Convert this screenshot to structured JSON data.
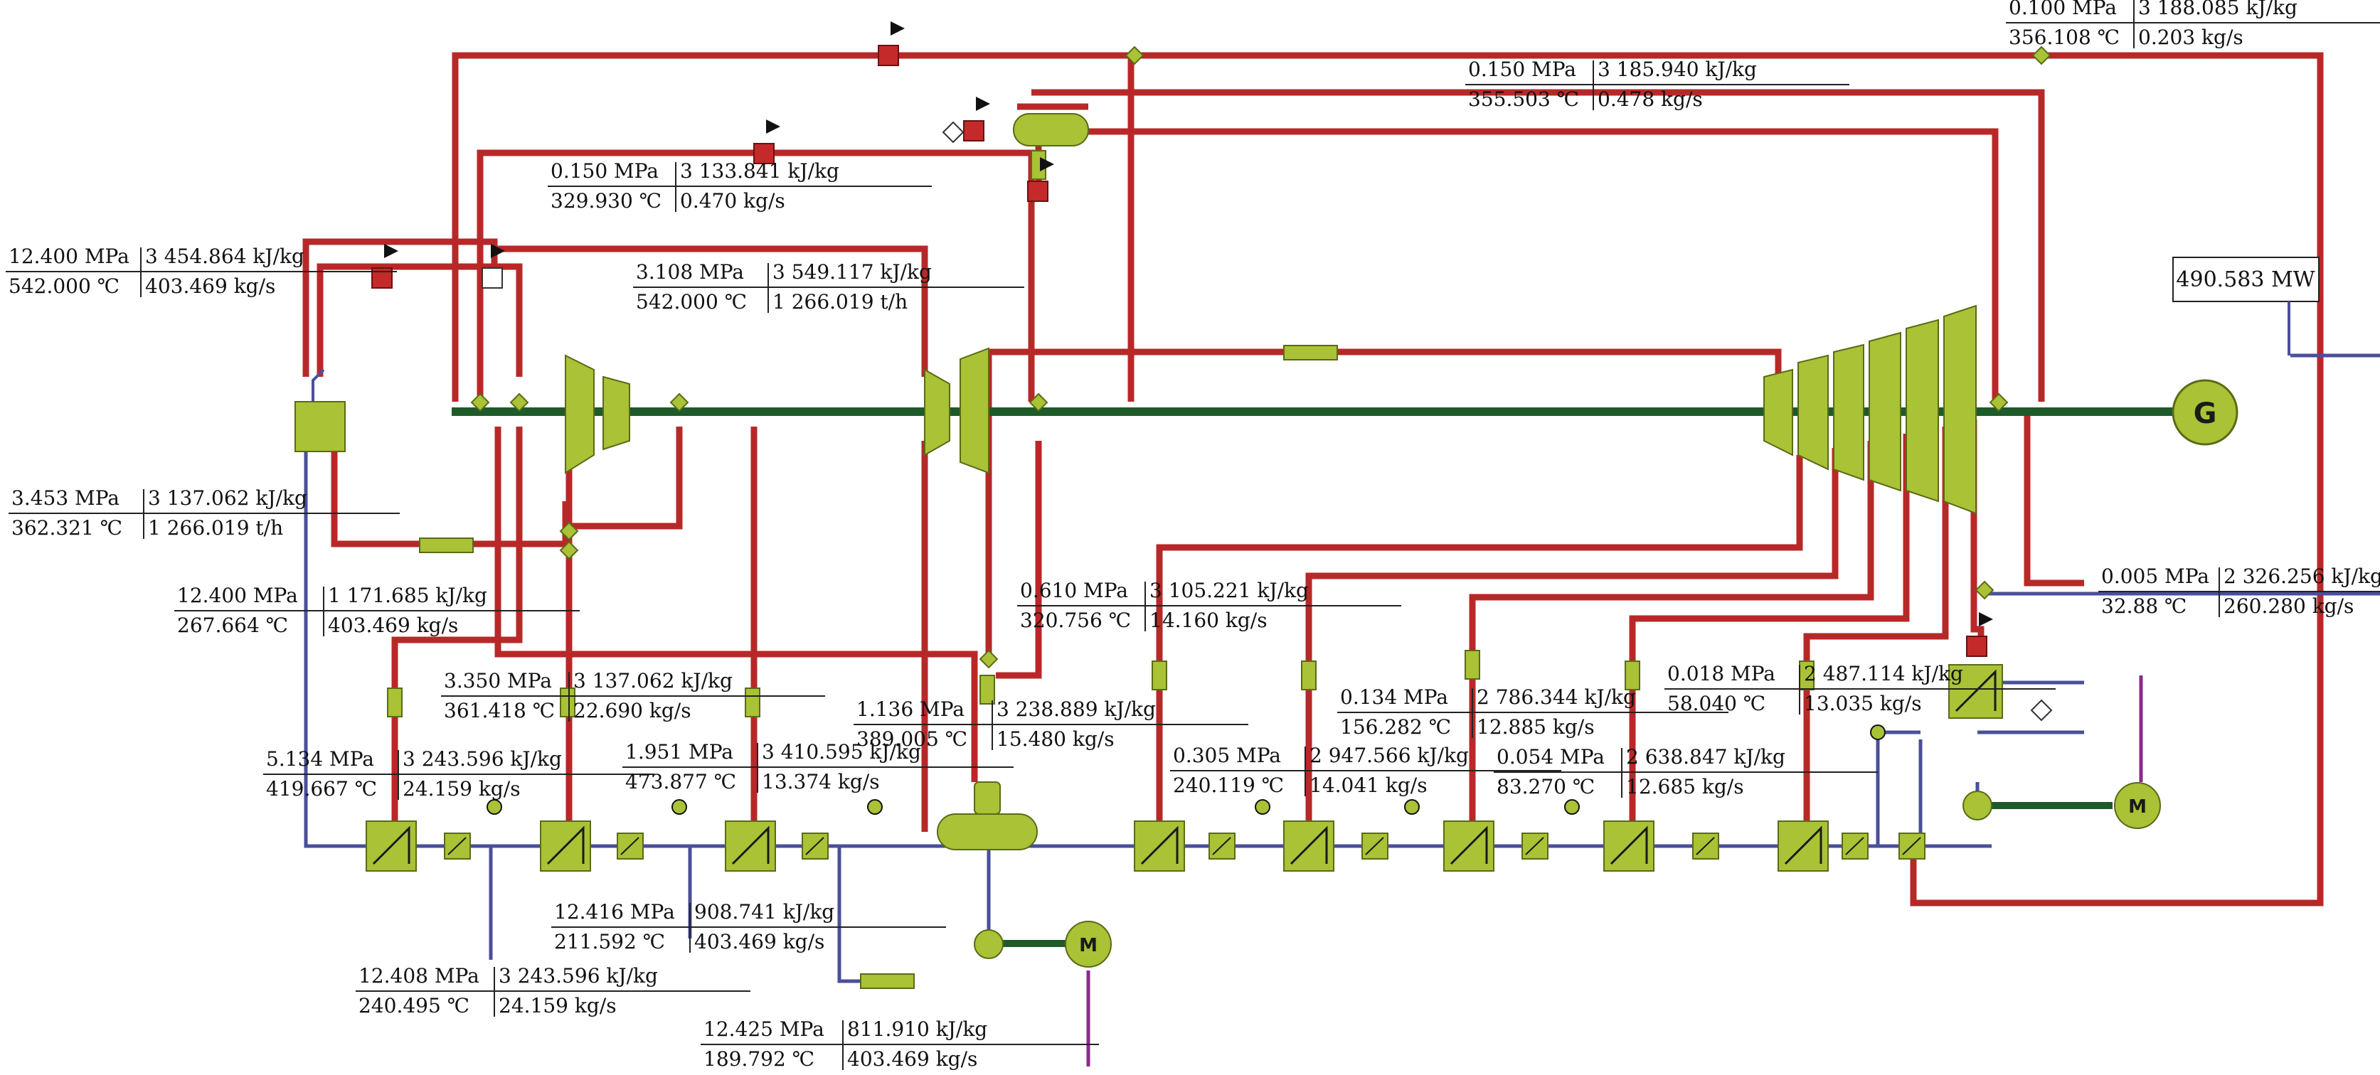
{
  "colors": {
    "steam": "#b82828",
    "water": "#4a4f9a",
    "shaft": "#1e5a2a",
    "equipment": "#a9c236",
    "equipment_stroke": "#5a6b16",
    "valve_red": "#c42a2a",
    "motor_line": "#8a2a8a"
  },
  "labels": [
    {
      "id": "p01",
      "a": "0.100 MPa",
      "b": "3 188.085 kJ/kg",
      "c": "356.108 ℃",
      "d": "0.203 kg/s"
    },
    {
      "id": "p02",
      "a": "0.150 MPa",
      "b": "3 185.940 kJ/kg",
      "c": "355.503 ℃",
      "d": "0.478 kg/s"
    },
    {
      "id": "p03",
      "a": "0.150 MPa",
      "b": "3 133.841 kJ/kg",
      "c": "329.930 ℃",
      "d": "0.470 kg/s"
    },
    {
      "id": "p04",
      "a": "12.400 MPa",
      "b": "3 454.864 kJ/kg",
      "c": "542.000 ℃",
      "d": "403.469 kg/s"
    },
    {
      "id": "p05",
      "a": "3.108 MPa",
      "b": "3 549.117 kJ/kg",
      "c": "542.000 ℃",
      "d": "1 266.019 t/h"
    },
    {
      "id": "p06",
      "a": "3.453 MPa",
      "b": "3 137.062 kJ/kg",
      "c": "362.321 ℃",
      "d": "1 266.019 t/h"
    },
    {
      "id": "p07",
      "a": "12.400 MPa",
      "b": "1 171.685 kJ/kg",
      "c": "267.664 ℃",
      "d": "403.469 kg/s"
    },
    {
      "id": "p08",
      "a": "0.610 MPa",
      "b": "3 105.221 kJ/kg",
      "c": "320.756 ℃",
      "d": "14.160 kg/s"
    },
    {
      "id": "p09",
      "a": "0.005 MPa",
      "b": "2 326.256 kJ/kg",
      "c": "32.88 ℃",
      "d": "260.280 kg/s"
    },
    {
      "id": "p10",
      "a": "3.350 MPa",
      "b": "3 137.062 kJ/kg",
      "c": "361.418 ℃",
      "d": "22.690 kg/s"
    },
    {
      "id": "p11",
      "a": "0.134 MPa",
      "b": "2 786.344 kJ/kg",
      "c": "156.282 ℃",
      "d": "12.885 kg/s"
    },
    {
      "id": "p12",
      "a": "0.018 MPa",
      "b": "2 487.114 kJ/kg",
      "c": "58.040 ℃",
      "d": "13.035 kg/s"
    },
    {
      "id": "p13",
      "a": "1.136 MPa",
      "b": "3 238.889 kJ/kg",
      "c": "389.005 ℃",
      "d": "15.480 kg/s"
    },
    {
      "id": "p14",
      "a": "5.134 MPa",
      "b": "3 243.596 kJ/kg",
      "c": "419.667 ℃",
      "d": "24.159 kg/s"
    },
    {
      "id": "p15",
      "a": "1.951 MPa",
      "b": "3 410.595 kJ/kg",
      "c": "473.877 ℃",
      "d": "13.374 kg/s"
    },
    {
      "id": "p16",
      "a": "0.305 MPa",
      "b": "2 947.566 kJ/kg",
      "c": "240.119 ℃",
      "d": "14.041 kg/s"
    },
    {
      "id": "p17",
      "a": "0.054 MPa",
      "b": "2 638.847 kJ/kg",
      "c": "83.270 ℃",
      "d": "12.685 kg/s"
    },
    {
      "id": "p18",
      "a": "12.416 MPa",
      "b": "908.741 kJ/kg",
      "c": "211.592 ℃",
      "d": "403.469 kg/s"
    },
    {
      "id": "p19",
      "a": "12.408 MPa",
      "b": "3 243.596 kJ/kg",
      "c": "240.495 ℃",
      "d": "24.159 kg/s"
    },
    {
      "id": "p20",
      "a": "12.425 MPa",
      "b": "811.910 kJ/kg",
      "c": "189.792 ℃",
      "d": "403.469 kg/s"
    }
  ],
  "generator": {
    "power": "490.583 MW",
    "symbol": "G"
  },
  "motor_symbol": "M"
}
